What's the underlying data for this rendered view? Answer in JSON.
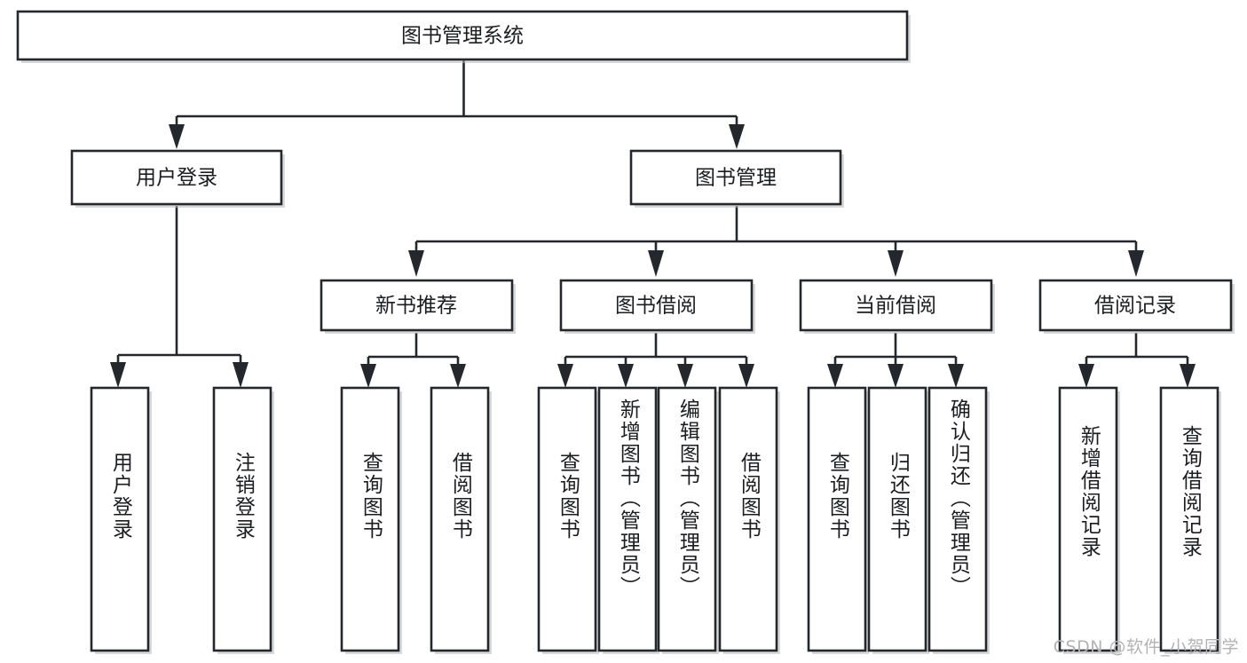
{
  "diagram": {
    "type": "tree",
    "title": "图书管理系统",
    "orientation": "top-down",
    "colors": {
      "box_fill": "#ffffff",
      "box_stroke": "#24272b",
      "text": "#1b1d20",
      "background": "#ffffff",
      "watermark": "#b3b3b3"
    },
    "root": {
      "label": "图书管理系统"
    },
    "level2": [
      {
        "id": "user-login",
        "label": "用户登录"
      },
      {
        "id": "book-manage",
        "label": "图书管理"
      }
    ],
    "level3": [
      {
        "id": "new-book-recommend",
        "label": "新书推荐",
        "parent": "book-manage"
      },
      {
        "id": "book-borrow",
        "label": "图书借阅",
        "parent": "book-manage"
      },
      {
        "id": "current-borrow",
        "label": "当前借阅",
        "parent": "book-manage"
      },
      {
        "id": "borrow-record",
        "label": "借阅记录",
        "parent": "book-manage"
      }
    ],
    "leaves": {
      "user-login": [
        {
          "id": "leaf-user-login",
          "label": "用户登录"
        },
        {
          "id": "leaf-user-logout",
          "label": "注销登录"
        }
      ],
      "new-book-recommend": [
        {
          "id": "leaf-query-book-1",
          "label": "查询图书"
        },
        {
          "id": "leaf-borrow-book-1",
          "label": "借阅图书"
        }
      ],
      "book-borrow": [
        {
          "id": "leaf-query-book-2",
          "label": "查询图书"
        },
        {
          "id": "leaf-add-book",
          "label": "新增图书（管理员）"
        },
        {
          "id": "leaf-edit-book",
          "label": "编辑图书（管理员）"
        },
        {
          "id": "leaf-borrow-book-2",
          "label": "借阅图书"
        }
      ],
      "current-borrow": [
        {
          "id": "leaf-query-book-3",
          "label": "查询图书"
        },
        {
          "id": "leaf-return-book",
          "label": "归还图书"
        },
        {
          "id": "leaf-confirm-return",
          "label": "确认归还（管理员）"
        }
      ],
      "borrow-record": [
        {
          "id": "leaf-add-record",
          "label": "新增借阅记录"
        },
        {
          "id": "leaf-query-record",
          "label": "查询借阅记录"
        }
      ]
    }
  },
  "watermark": {
    "text": "CSDN @软件_小贺同学"
  }
}
